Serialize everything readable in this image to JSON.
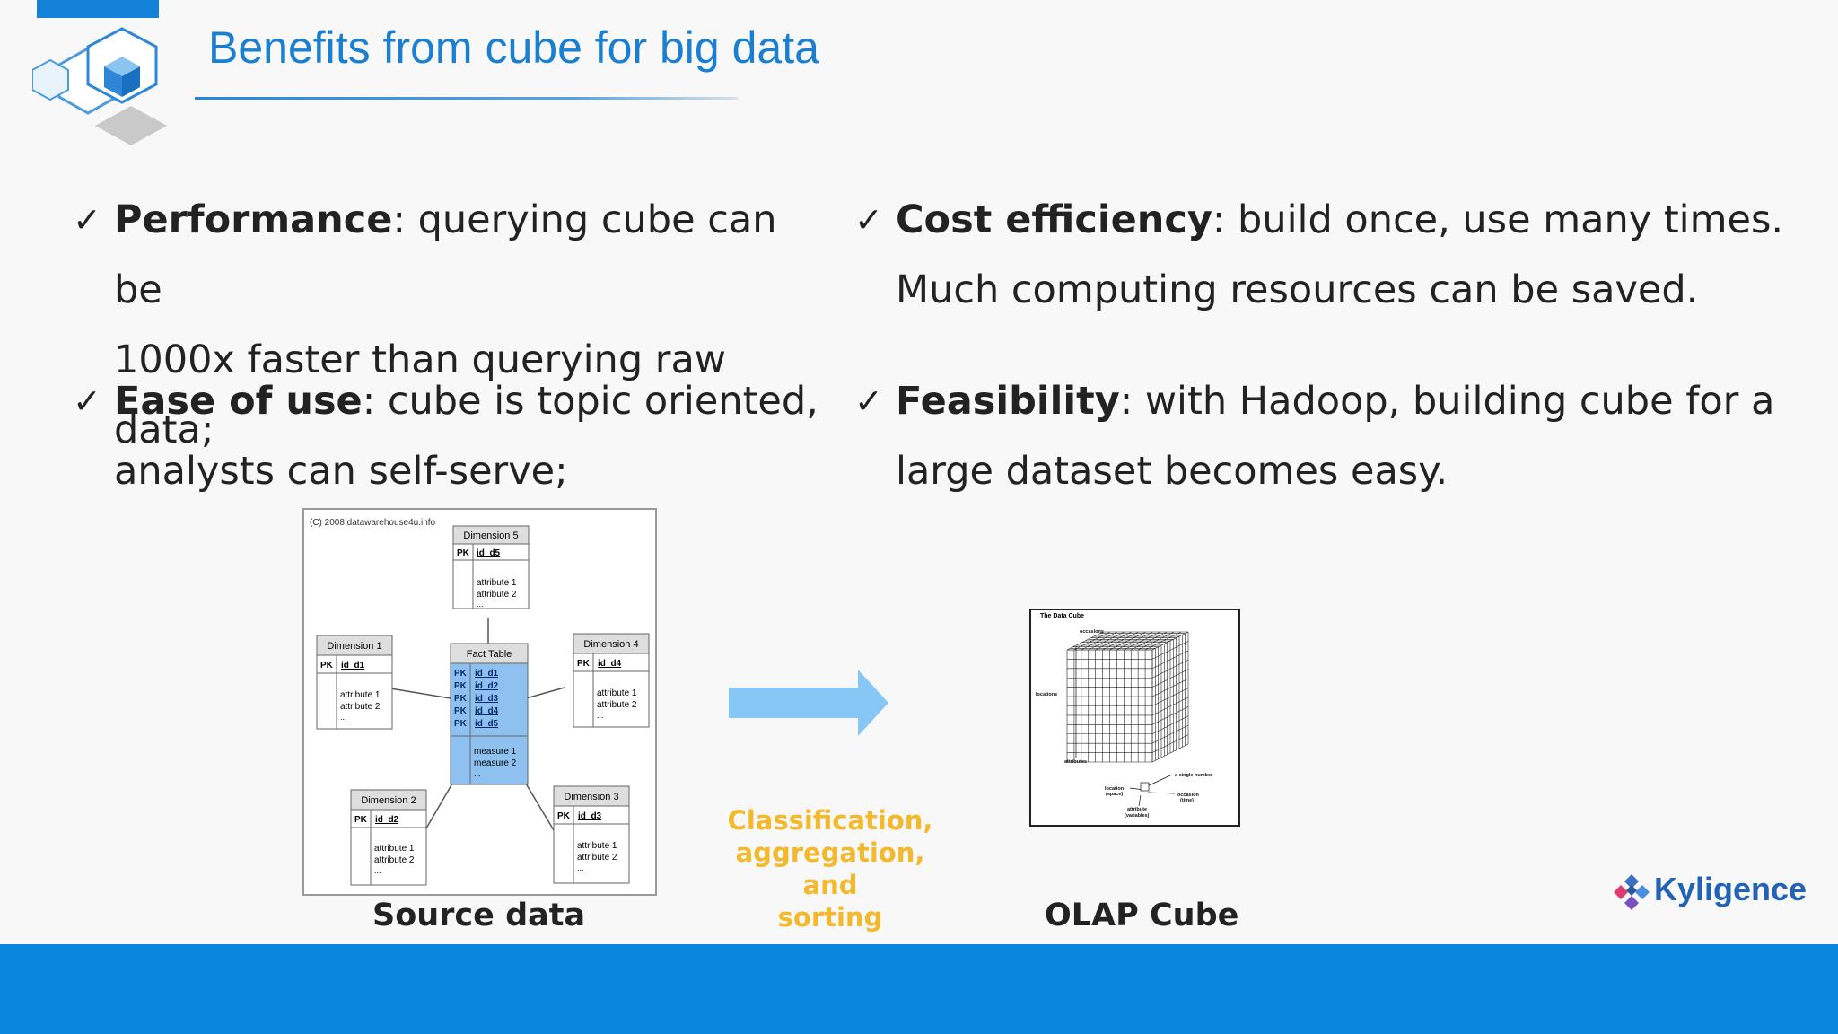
{
  "slide": {
    "title": "Benefits from cube for big data",
    "accent_color": "#1a7fd0",
    "bar_color": "#0a86dc"
  },
  "bullets": [
    {
      "bold": "Performance",
      "text": ": querying cube can be",
      "text2": "1000x faster than querying raw data;"
    },
    {
      "bold": "Cost efficiency",
      "text": ": build once, use many times.",
      "text2": "Much computing resources can be saved."
    },
    {
      "bold": "Ease of use",
      "text": ": cube is topic oriented,",
      "text2": "analysts can self-serve;"
    },
    {
      "bold": "Feasibility",
      "text": ": with Hadoop, building cube for a",
      "text2": "large dataset becomes easy."
    }
  ],
  "check_mark": "✓",
  "schema": {
    "copyright": "(C) 2008 datawarehouse4u.info",
    "fact_table": {
      "title": "Fact Table",
      "keys": [
        "id_d1",
        "id_d2",
        "id_d3",
        "id_d4",
        "id_d5"
      ],
      "pk": "PK",
      "measures": [
        "measure 1",
        "measure 2",
        "..."
      ]
    },
    "dimensions": [
      {
        "title": "Dimension 1",
        "key": "id_d1"
      },
      {
        "title": "Dimension 2",
        "key": "id_d2"
      },
      {
        "title": "Dimension 3",
        "key": "id_d3"
      },
      {
        "title": "Dimension 4",
        "key": "id_d4"
      },
      {
        "title": "Dimension 5",
        "key": "id_d5"
      }
    ],
    "pk_label": "PK",
    "attr1": "attribute 1",
    "attr2": "attribute 2",
    "ellipsis": "..."
  },
  "cube": {
    "title": "The Data Cube",
    "occasions": "occasions",
    "locations": "locations",
    "attributes": "attributes",
    "single_number": "a single number",
    "location_space": "location",
    "location_space2": "(space)",
    "occasion_time": "occasion",
    "occasion_time2": "(time)",
    "attribute_var": "attribute",
    "attribute_var2": "(variables)"
  },
  "process_label_lines": [
    "Classification,",
    "aggregation, and",
    "sorting"
  ],
  "captions": {
    "source": "Source data",
    "olap": "OLAP Cube"
  },
  "brand": {
    "name": "Kyligence"
  }
}
